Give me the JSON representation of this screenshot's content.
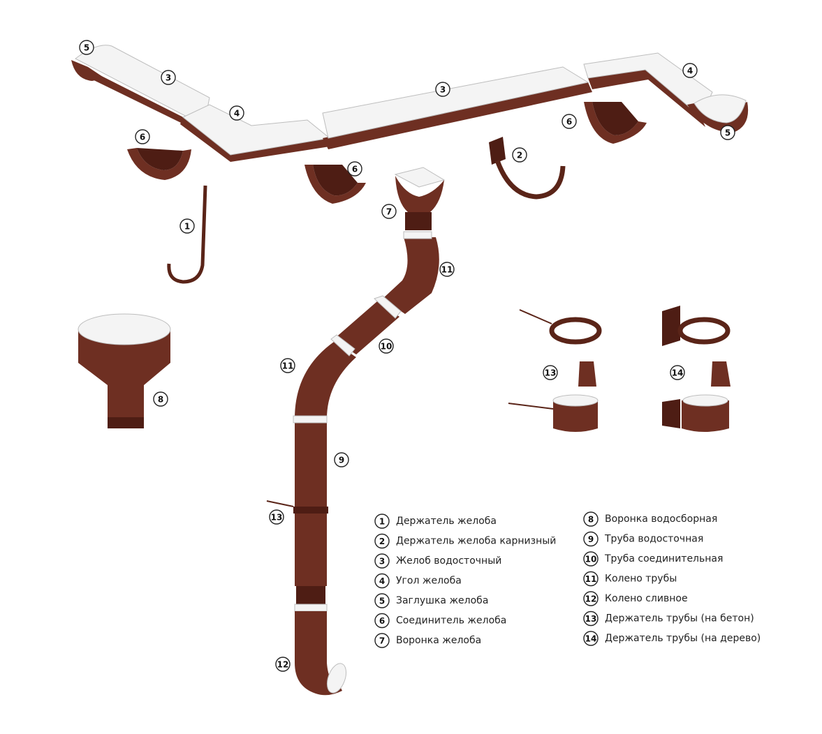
{
  "colors": {
    "brown": "#6e2f22",
    "brown_dark": "#4e1d14",
    "interior": "#f4f4f4"
  },
  "callouts": [
    {
      "id": "5",
      "label": "5"
    },
    {
      "id": "3",
      "label": "3"
    },
    {
      "id": "4",
      "label": "4"
    },
    {
      "id": "3",
      "label": "3"
    },
    {
      "id": "4",
      "label": "4"
    },
    {
      "id": "5",
      "label": "5"
    },
    {
      "id": "6",
      "label": "6"
    },
    {
      "id": "6",
      "label": "6"
    },
    {
      "id": "6",
      "label": "6"
    },
    {
      "id": "2",
      "label": "2"
    },
    {
      "id": "7",
      "label": "7"
    },
    {
      "id": "1",
      "label": "1"
    },
    {
      "id": "11",
      "label": "11"
    },
    {
      "id": "10",
      "label": "10"
    },
    {
      "id": "11",
      "label": "11"
    },
    {
      "id": "8",
      "label": "8"
    },
    {
      "id": "9",
      "label": "9"
    },
    {
      "id": "13",
      "label": "13"
    },
    {
      "id": "12",
      "label": "12"
    },
    {
      "id": "13",
      "label": "13"
    },
    {
      "id": "14",
      "label": "14"
    }
  ],
  "legend": {
    "left": [
      {
        "num": "1",
        "label": "Держатель желоба"
      },
      {
        "num": "2",
        "label": "Держатель желоба карнизный"
      },
      {
        "num": "3",
        "label": "Желоб водосточный"
      },
      {
        "num": "4",
        "label": "Угол желоба"
      },
      {
        "num": "5",
        "label": "Заглушка желоба"
      },
      {
        "num": "6",
        "label": "Соединитель желоба"
      },
      {
        "num": "7",
        "label": "Воронка желоба"
      }
    ],
    "right": [
      {
        "num": "8",
        "label": "Воронка водосборная"
      },
      {
        "num": "9",
        "label": "Труба водосточная"
      },
      {
        "num": "10",
        "label": "Труба соединительная"
      },
      {
        "num": "11",
        "label": "Колено трубы"
      },
      {
        "num": "12",
        "label": "Колено сливное"
      },
      {
        "num": "13",
        "label": "Держатель трубы (на бетон)"
      },
      {
        "num": "14",
        "label": "Держатель трубы (на дерево)"
      }
    ]
  }
}
